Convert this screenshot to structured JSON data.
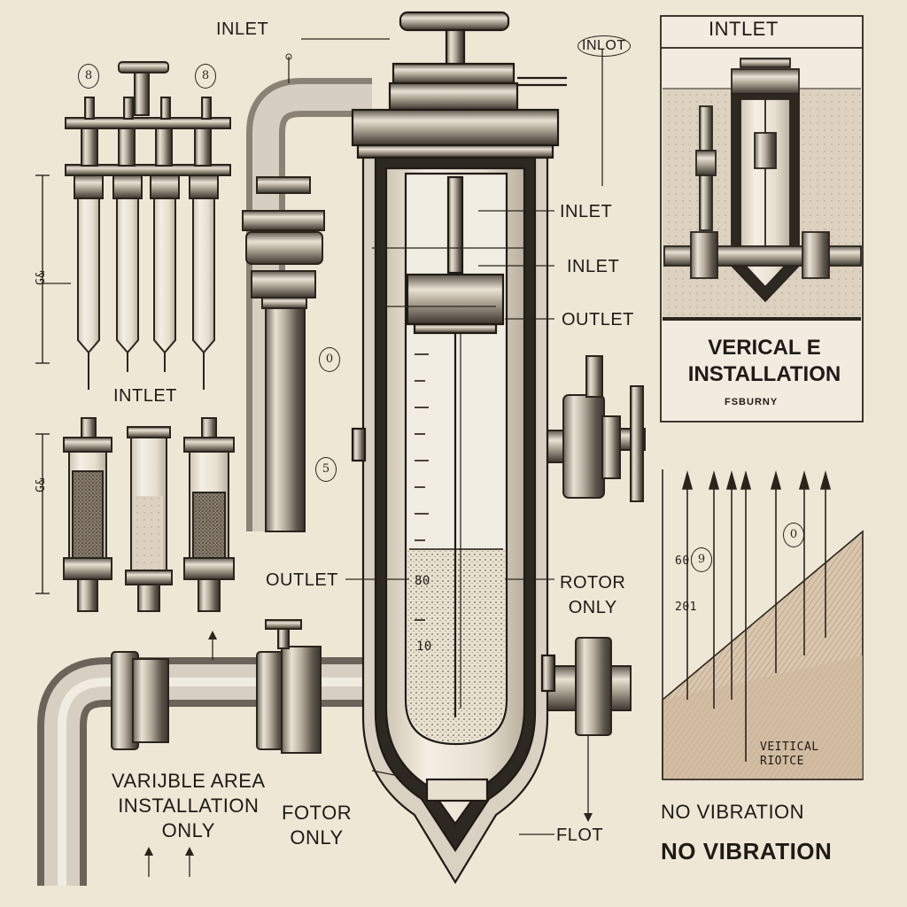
{
  "labels": {
    "top_inlet": "INLET",
    "badge_inlot": "INLOT",
    "inset_title": "INTLET",
    "inset_caption_1": "VERICAL E",
    "inset_caption_2": "INSTALLATION",
    "inset_sub": "FSBURNY",
    "inlet_1": "INLET",
    "inlet_2": "INLET",
    "outlet_right": "OUTLET",
    "intlet_left": "INTLET",
    "outlet_left": "OUTLET",
    "rotor_only_1": "ROTOR",
    "rotor_only_2": "ONLY",
    "variable_1": "VARIJBLE AREA",
    "variable_2": "INSTALLATION",
    "variable_3": "ONLY",
    "fotor_1": "FOTOR",
    "fotor_2": "ONLY",
    "flot": "FLOT",
    "no_vibration_1": "NO VIBRATION",
    "no_vibration_2": "NO VIBRATION",
    "graph_label_1": "VEITICAL",
    "graph_label_2": "RIOTCE",
    "scale_80": "80",
    "scale_10": "10",
    "graph_tick_1": "601",
    "graph_tick_2": "201",
    "badge_8_left": "8",
    "badge_8_right": "8",
    "badge_0": "0",
    "badge_5": "5",
    "badge_9": "9",
    "badge_0b": "0",
    "side_mark_1": "G&",
    "side_mark_2": "G&"
  }
}
